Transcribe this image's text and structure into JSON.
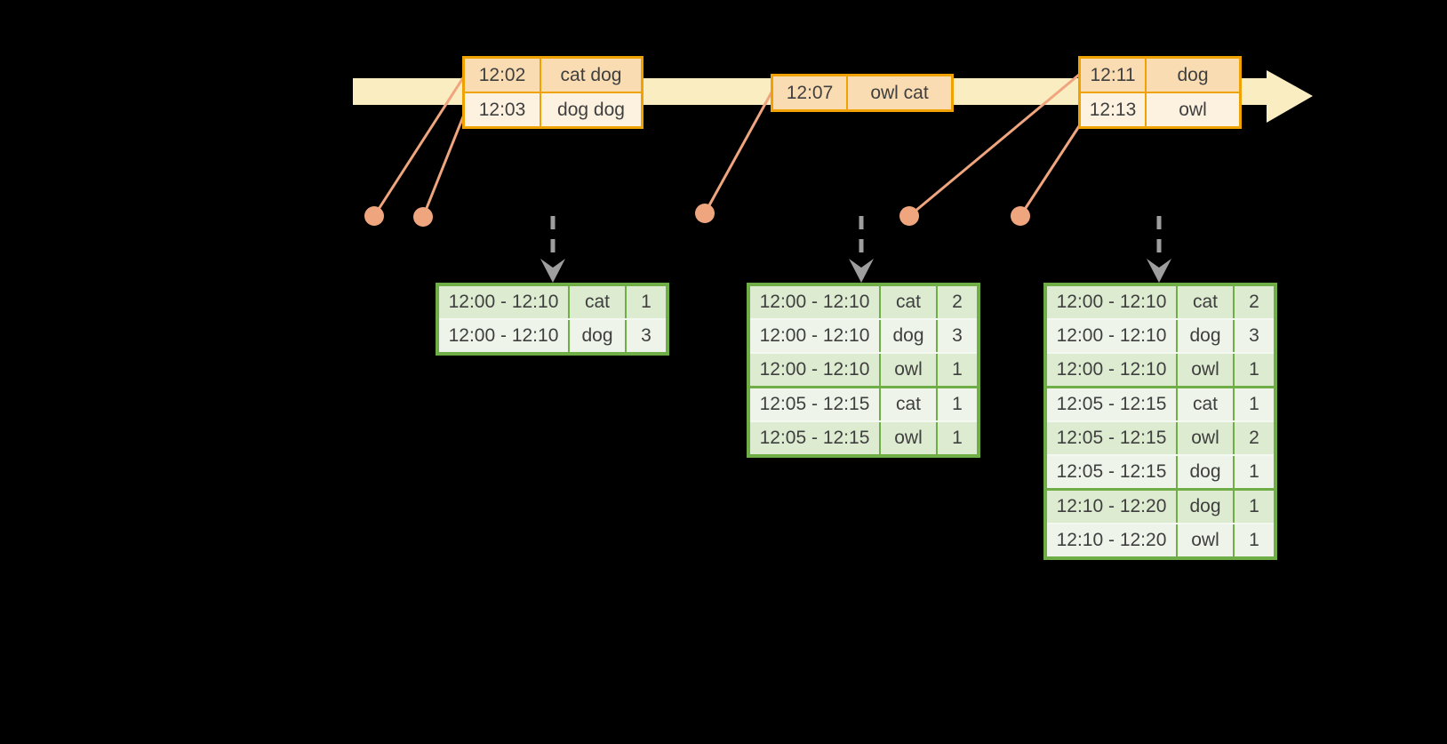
{
  "background": "#000000",
  "colors": {
    "timeline_bar": "#FBEDC2",
    "event_table_border": "#F0A202",
    "event_row_peach": "#FADCB3",
    "event_row_cream": "#FDF2E0",
    "connector_salmon": "#EFA57D",
    "trigger_arrow_gray": "#9E9E9E",
    "result_table_border": "#6FAD46",
    "result_row_dark": "#DDEBD1",
    "result_row_light": "#EEF4EA",
    "text": "#3F3F3F"
  },
  "events": {
    "tables": [
      {
        "rows": [
          {
            "time": "12:02",
            "words": "cat dog"
          },
          {
            "time": "12:03",
            "words": "dog dog"
          }
        ]
      },
      {
        "rows": [
          {
            "time": "12:07",
            "words": "owl cat"
          }
        ]
      },
      {
        "rows": [
          {
            "time": "12:11",
            "words": "dog"
          },
          {
            "time": "12:13",
            "words": "owl"
          }
        ]
      }
    ]
  },
  "results": {
    "tables": [
      {
        "rows": [
          {
            "window": "12:00 - 12:10",
            "word": "cat",
            "count": "1"
          },
          {
            "window": "12:00 - 12:10",
            "word": "dog",
            "count": "3"
          }
        ]
      },
      {
        "rows": [
          {
            "window": "12:00 - 12:10",
            "word": "cat",
            "count": "2"
          },
          {
            "window": "12:00 - 12:10",
            "word": "dog",
            "count": "3"
          },
          {
            "window": "12:00 - 12:10",
            "word": "owl",
            "count": "1"
          },
          {
            "window": "12:05 - 12:15",
            "word": "cat",
            "count": "1"
          },
          {
            "window": "12:05 - 12:15",
            "word": "owl",
            "count": "1"
          }
        ]
      },
      {
        "rows": [
          {
            "window": "12:00 - 12:10",
            "word": "cat",
            "count": "2"
          },
          {
            "window": "12:00 - 12:10",
            "word": "dog",
            "count": "3"
          },
          {
            "window": "12:00 - 12:10",
            "word": "owl",
            "count": "1"
          },
          {
            "window": "12:05 - 12:15",
            "word": "cat",
            "count": "1"
          },
          {
            "window": "12:05 - 12:15",
            "word": "owl",
            "count": "2"
          },
          {
            "window": "12:05 - 12:15",
            "word": "dog",
            "count": "1"
          },
          {
            "window": "12:10 - 12:20",
            "word": "dog",
            "count": "1"
          },
          {
            "window": "12:10 - 12:20",
            "word": "owl",
            "count": "1"
          }
        ]
      }
    ]
  }
}
